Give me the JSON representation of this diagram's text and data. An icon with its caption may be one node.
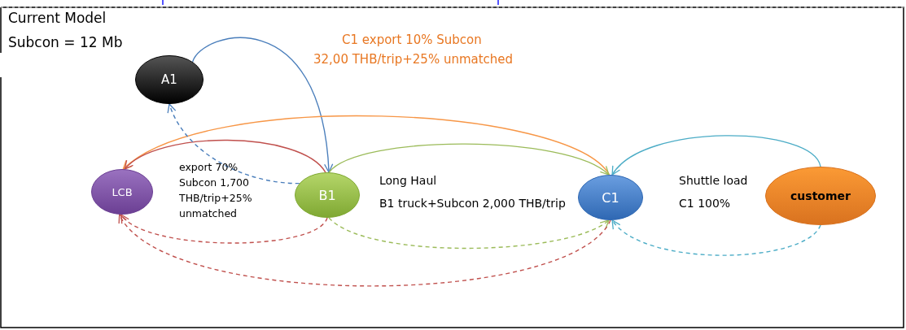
{
  "diagram": {
    "nodes": [
      {
        "text": [
          "A1"
        ]
      },
      {
        "text": [
          "LCB"
        ]
      },
      {
        "text": [
          "B1"
        ]
      },
      {
        "text": [
          "C1"
        ]
      },
      {
        "text": [
          "customer"
        ]
      }
    ],
    "edges": [
      {
        "from": 0,
        "to": 2,
        "arrow": "to",
        "color": "#4a7ebb"
      },
      {
        "from": 3,
        "to": 1,
        "arrow": "to",
        "color": "#f79646"
      },
      {
        "from": 2,
        "to": 1,
        "arrow": "to",
        "color": "#c0504d"
      },
      {
        "from": 2,
        "to": 3,
        "arrow": "to",
        "color": "#9bbb59"
      },
      {
        "from": 4,
        "to": 3,
        "arrow": "to",
        "color": "#4bacc6"
      },
      {
        "from": 2,
        "to": 0,
        "arrow": "to",
        "style": "dashed",
        "color": "#4a7ebb"
      },
      {
        "from": 2,
        "to": 1,
        "arrow": "to",
        "style": "dashed",
        "color": "#c0504d"
      },
      {
        "from": 2,
        "to": 3,
        "arrow": "to",
        "style": "dashed",
        "color": "#9bbb59"
      },
      {
        "from": 3,
        "to": 1,
        "arrow": "to",
        "style": "dashed",
        "color": "#c0504d"
      },
      {
        "from": 4,
        "to": 3,
        "arrow": "to",
        "style": "dashed",
        "color": "#4bacc6"
      }
    ],
    "labels": [
      "Current Model",
      "Subcon = 12 Mb",
      "C1 export 10% Subcon",
      "32,00 THB/trip+25% unmatched",
      "export 70% Subcon 1,700 THB/trip+25% unmatched",
      "Long Haul",
      "B1 truck+Subcon 2,000 THB/trip",
      "Shuttle load",
      "C1 100%"
    ]
  }
}
